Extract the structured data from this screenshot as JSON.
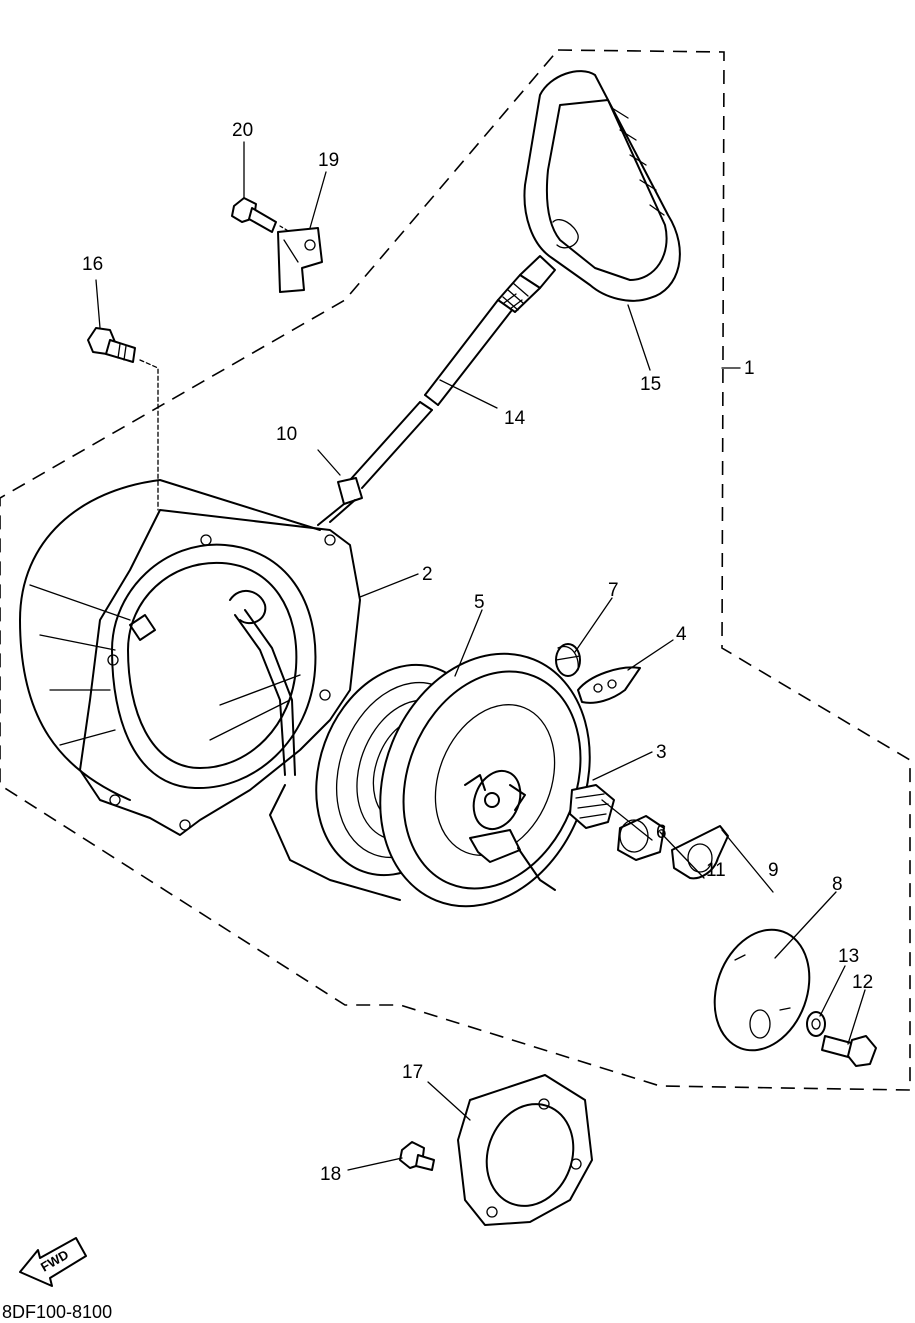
{
  "labels": {
    "p1": "1",
    "p2": "2",
    "p3": "3",
    "p4": "4",
    "p5": "5",
    "p6": "6",
    "p7": "7",
    "p8": "8",
    "p9": "9",
    "p10": "10",
    "p11": "11",
    "p12": "12",
    "p13": "13",
    "p14": "14",
    "p15": "15",
    "p16": "16",
    "p17": "17",
    "p18": "18",
    "p19": "19",
    "p20": "20"
  },
  "fwd_arrow": "FWD",
  "diagram_code": "8DF100-8100"
}
